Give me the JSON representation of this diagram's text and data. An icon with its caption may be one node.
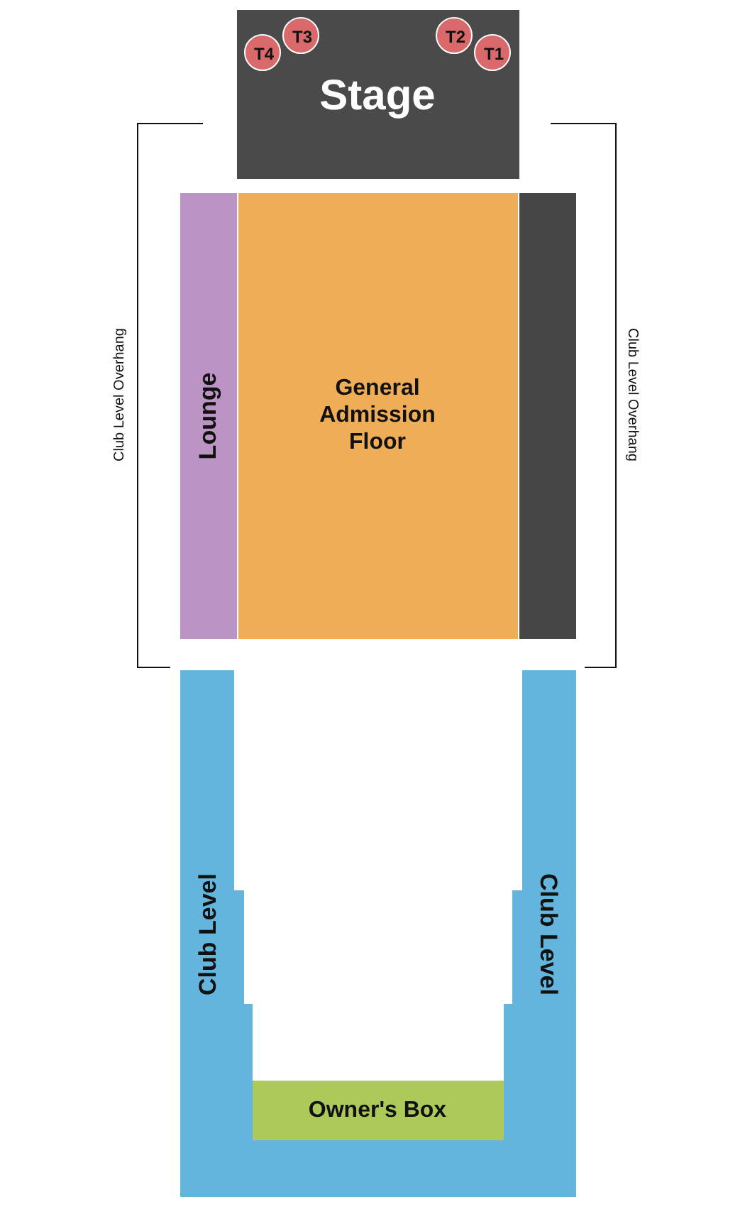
{
  "diagram": {
    "nodes": [
      {
        "text": [
          "Stage"
        ]
      },
      {
        "text": [
          "T4"
        ],
        "in": 0
      },
      {
        "text": [
          "T3"
        ],
        "in": 0
      },
      {
        "text": [
          "T2"
        ],
        "in": 0
      },
      {
        "text": [
          "T1"
        ],
        "in": 0
      },
      {
        "text": [
          "Lounge"
        ]
      },
      {
        "text": [
          "General Admission Floor"
        ]
      },
      {
        "text": [],
        "shape": "box"
      },
      {
        "text": [
          "Club Level",
          "Club Level"
        ]
      },
      {
        "text": [
          "Owner's Box"
        ]
      }
    ],
    "edges": [],
    "labels": [
      "Club Level Overhang",
      "Club Level Overhang"
    ]
  }
}
